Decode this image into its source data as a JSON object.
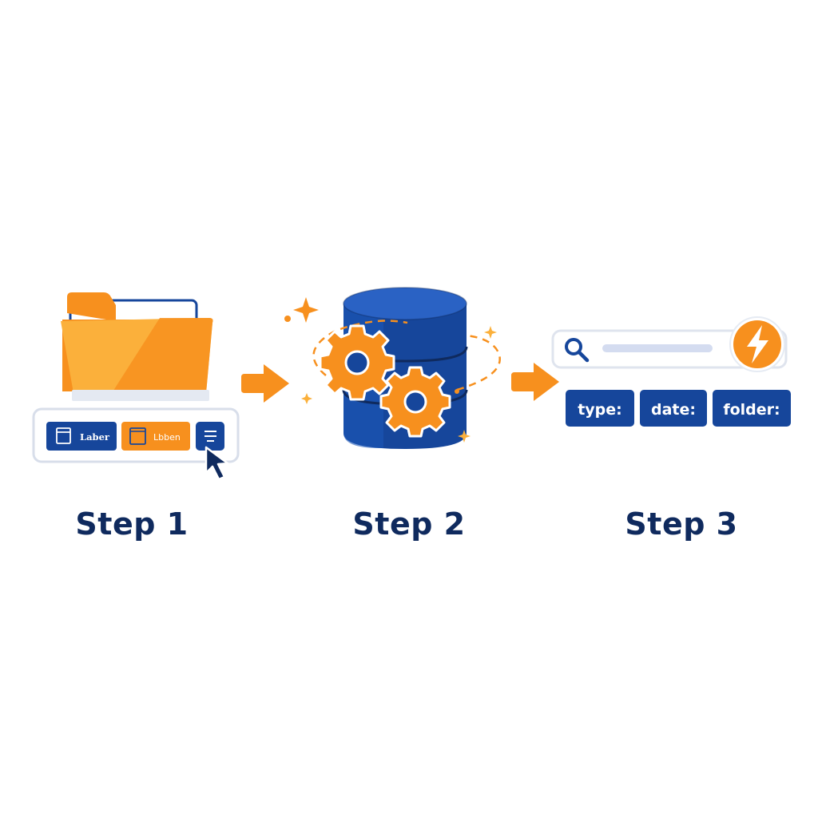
{
  "colors": {
    "navy": "#0f2a5e",
    "blue": "#16469b",
    "orange": "#f7901e",
    "light_orange": "#fbb03b",
    "white": "#ffffff"
  },
  "steps": [
    {
      "label": "Step 1",
      "icon": "folder-icon",
      "toolbar": {
        "chips": [
          {
            "label": "Laber",
            "icon": "tag-icon",
            "color": "#16469b"
          },
          {
            "label": "Lbben",
            "icon": "tag-icon",
            "color": "#f7901e"
          }
        ],
        "menu_icon": "menu-icon",
        "cursor_icon": "cursor-icon"
      }
    },
    {
      "label": "Step 2",
      "icon": "database-icon",
      "gear_icon": "gear-icon"
    },
    {
      "label": "Step 3",
      "search_icon": "search-icon",
      "bolt_icon": "lightning-icon",
      "filters": [
        "type:",
        "date:",
        "folder:"
      ]
    }
  ],
  "arrows": [
    "arrow-right-icon",
    "arrow-right-icon"
  ]
}
